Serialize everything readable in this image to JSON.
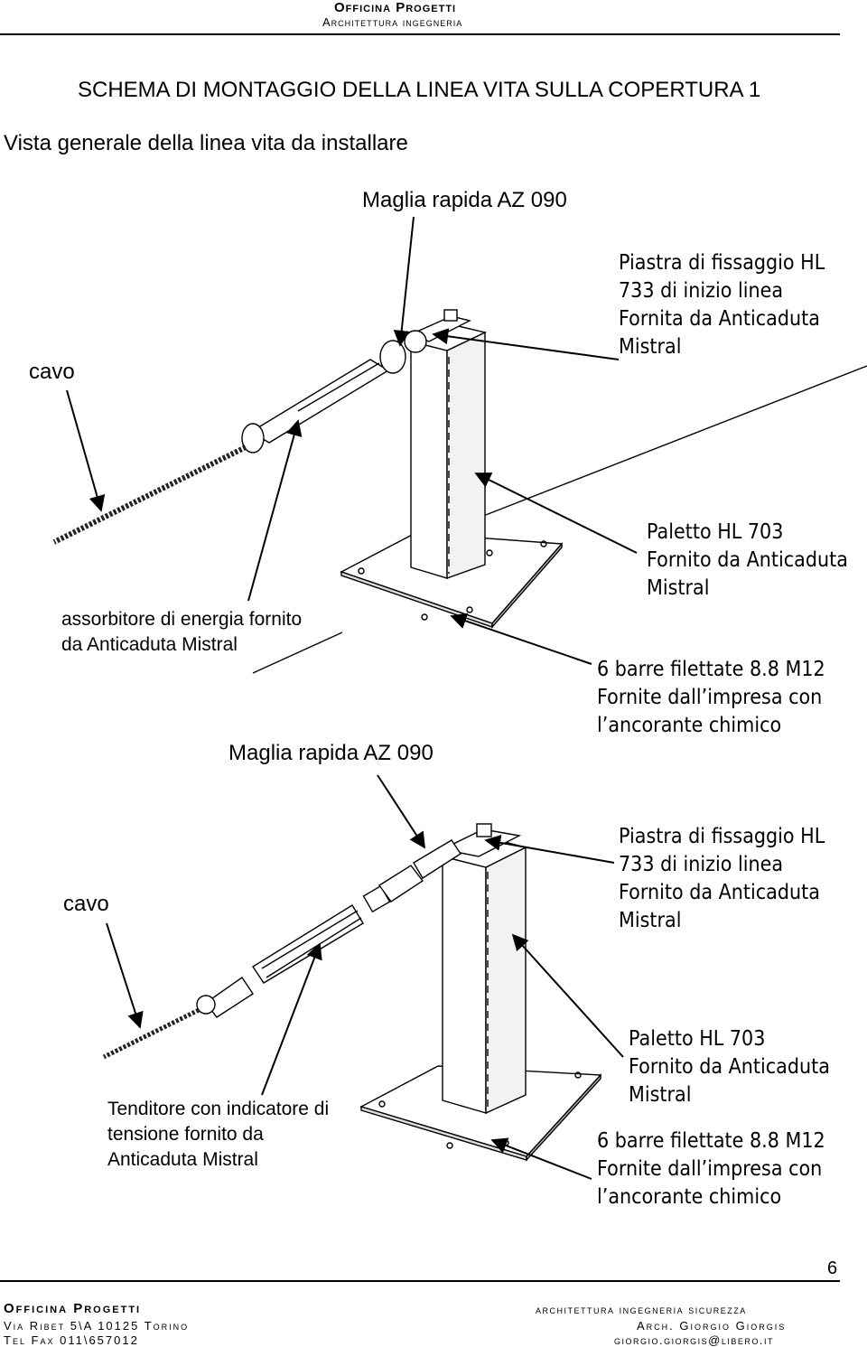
{
  "header": {
    "firm": "Officina Progetti",
    "subtitle": "Architettura ingegneria"
  },
  "title": "SCHEMA DI MONTAGGIO DELLA LINEA VITA SULLA COPERTURA 1",
  "subtitle": "Vista generale della linea vita da installare",
  "fig1": {
    "maglia_top": "Maglia rapida AZ 090",
    "piastra": [
      "Piastra di fissaggio HL",
      "733 di inizio linea",
      "Fornita da Anticaduta",
      "Mistral"
    ],
    "cavo": "cavo",
    "assorbitore": [
      "assorbitore di energia fornito",
      "da Anticaduta Mistral"
    ],
    "paletto": [
      "Paletto HL 703",
      "Fornito da Anticaduta",
      "Mistral"
    ],
    "barre": [
      "6 barre filettate 8.8 M12",
      "Fornite dall’impresa con",
      "l’ancorante chimico"
    ],
    "maglia_bottom": "Maglia rapida AZ 090"
  },
  "fig2": {
    "cavo": "cavo",
    "piastra": [
      "Piastra di fissaggio HL",
      "733 di inizio linea",
      "Fornito da Anticaduta",
      "Mistral"
    ],
    "tenditore": [
      "Tenditore con indicatore di",
      "tensione fornito da",
      "Anticaduta Mistral"
    ],
    "paletto": [
      "Paletto HL 703",
      "Fornito da Anticaduta",
      "Mistral"
    ],
    "barre": [
      "6 barre filettate 8.8 M12",
      "Fornite dall’impresa con",
      "l’ancorante chimico"
    ]
  },
  "page_number": "6",
  "footer": {
    "left": [
      "Officina Progetti",
      "Via Ribet 5\\A 10125 Torino",
      "Tel Fax 011\\657012"
    ],
    "right": [
      "architettura ingegneria sicurezza",
      "Arch. Giorgio Giorgis",
      "giorgio.giorgis@libero.it"
    ]
  }
}
